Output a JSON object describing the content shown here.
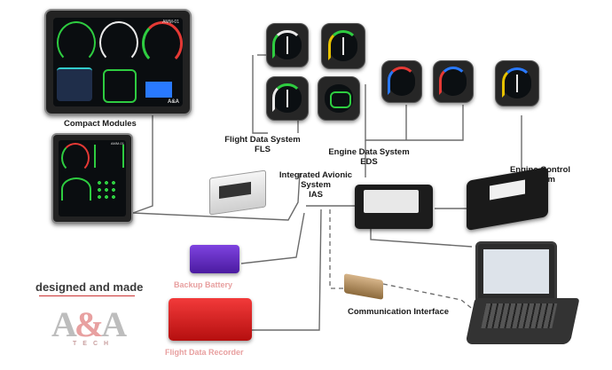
{
  "labels": {
    "compact_modules": "Compact Modules",
    "fls_title": "Flight Data System",
    "fls_abbr": "FLS",
    "eds_title": "Engine Data System",
    "eds_abbr": "EDS",
    "ias_title_1": "Integrated Avionic",
    "ias_title_2": "System",
    "ias_abbr": "IAS",
    "ecs_1": "Engine Control",
    "ecs_2": "System",
    "backup_battery": "Backup Battery",
    "flight_data_recorder": "Flight Data Recorder",
    "communication_interface": "Communication Interface"
  },
  "brand": {
    "tagline": "designed and made",
    "logo_main_1": "A",
    "logo_amp": "&",
    "logo_main_2": "A",
    "logo_sub": "TECH"
  },
  "device_text": {
    "panel_id_top": "AMM-01",
    "panel_id_bottom": "AMM-01",
    "panel_logo": "A&A"
  },
  "colors": {
    "wire": "#6b6b6b",
    "battery": "#6a2bc8",
    "recorder": "#d81e1e",
    "label_faded": "#e8a0a0"
  }
}
